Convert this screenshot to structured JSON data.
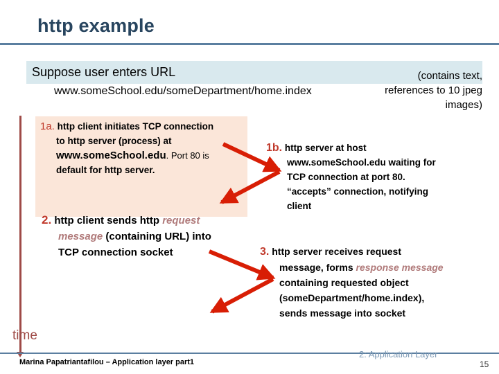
{
  "slide": {
    "title": "http example",
    "page_number": "15",
    "accent_blue": "#5b7fa0",
    "title_color": "#28455f",
    "step_number_color": "#c0392b",
    "arrow_color": "#d81e05",
    "time_color": "#9e4a46",
    "highlight_blue": "#d9e9ee",
    "highlight_peach": "#fbe6d9",
    "emphasis_italic_color": "#b07a7a"
  },
  "intro": {
    "line1": "Suppose user enters URL",
    "line2": "www.someSchool.edu/someDepartment/home.index",
    "note": "(contains text, references to 10 jpeg images)"
  },
  "time_axis": {
    "label": "time"
  },
  "steps": {
    "step_1a": {
      "number": "1a.",
      "line1": "http client initiates TCP connection",
      "line2": "to http server (process) at",
      "host": "www.someSchool.edu",
      "line3_tail": ". Port 80 is",
      "line4": "default for http server."
    },
    "step_1b": {
      "number": "1b.",
      "line1": "http server at host",
      "line2": "www.someSchool.edu waiting for",
      "line3": "TCP connection at port 80.",
      "line4": "“accepts” connection, notifying",
      "line5": "client"
    },
    "step_2": {
      "number": "2.",
      "line1_a": "http client sends http ",
      "line1_em": "request",
      "line2_em": "message",
      "line2_b": " (containing URL) into",
      "line3": "TCP connection socket"
    },
    "step_3": {
      "number": "3.",
      "line1": "http server receives request",
      "line2_a": "message, forms ",
      "line2_em": "response message",
      "line3": "containing requested object",
      "line4": "(someDepartment/home.index),",
      "line5": "sends message into socket"
    }
  },
  "footer": {
    "author": "Marina Papatriantafilou –  Application layer part1",
    "chapter": "2: Application Layer",
    "page": "15"
  }
}
